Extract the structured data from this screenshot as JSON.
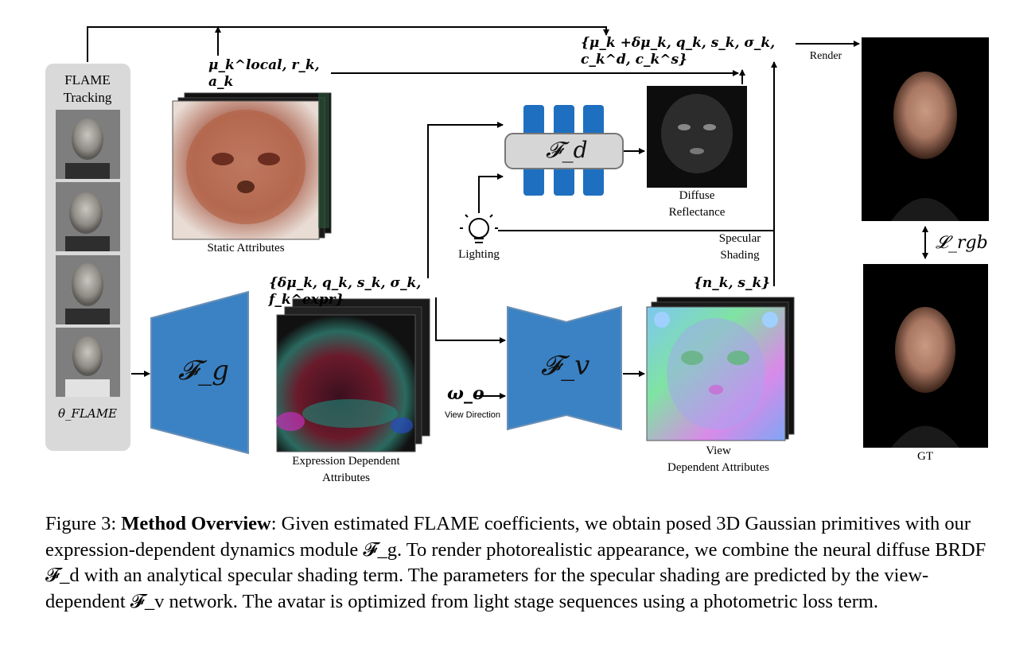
{
  "figure": {
    "flame_panel": {
      "title": "FLAME Tracking",
      "param_label": "θ_FLAME"
    },
    "static_attrs": {
      "top_label": "μ_k^local, r_k, a_k",
      "caption": "Static Attributes"
    },
    "gaussian_params": {
      "label": "{μ_k +δμ_k, q_k, s_k, σ_k, c_k^d, c_k^s}",
      "sub_label": "+δμ_k"
    },
    "render_label": "Render",
    "networks": {
      "fg": "𝓕_g",
      "fd": "𝓕_d",
      "fv": "𝓕_v"
    },
    "diffuse": {
      "caption_line1": "Diffuse",
      "caption_line2": "Reflectance"
    },
    "lighting": {
      "caption": "Lighting"
    },
    "specular": {
      "line1": "Specular",
      "line2": "Shading"
    },
    "expr_attrs": {
      "top_label": "{δμ_k, q_k, s_k, σ_k, f_k^expr}",
      "caption_line1": "Expression Dependent",
      "caption_line2": "Attributes"
    },
    "view_dir": {
      "symbol": "ω_o",
      "caption": "View Direction"
    },
    "view_attrs": {
      "top_label": "{n_k, s_k}",
      "caption_line1": "View",
      "caption_line2": "Dependent Attributes"
    },
    "loss": {
      "label": "𝓛_rgb"
    },
    "gt": {
      "caption": "GT"
    }
  },
  "caption": {
    "prefix": "Figure 3: ",
    "bold": "Method Overview",
    "text": ": Given estimated FLAME coefficients, we obtain posed 3D Gaussian primitives with our expression-dependent dynamics module 𝓕_g. To render photorealistic appearance, we combine the neural diffuse BRDF 𝓕_d with an analytical specular shading term. The parameters for the specular shading are predicted by the view-dependent 𝓕_v network. The avatar is optimized from light stage sequences using a photometric loss term."
  },
  "colors": {
    "network_blue": "#3b82c4",
    "panel_grey": "#d9d9d9",
    "highlight_red": "#f6cdb8",
    "highlight_green": "#c8eab8"
  }
}
